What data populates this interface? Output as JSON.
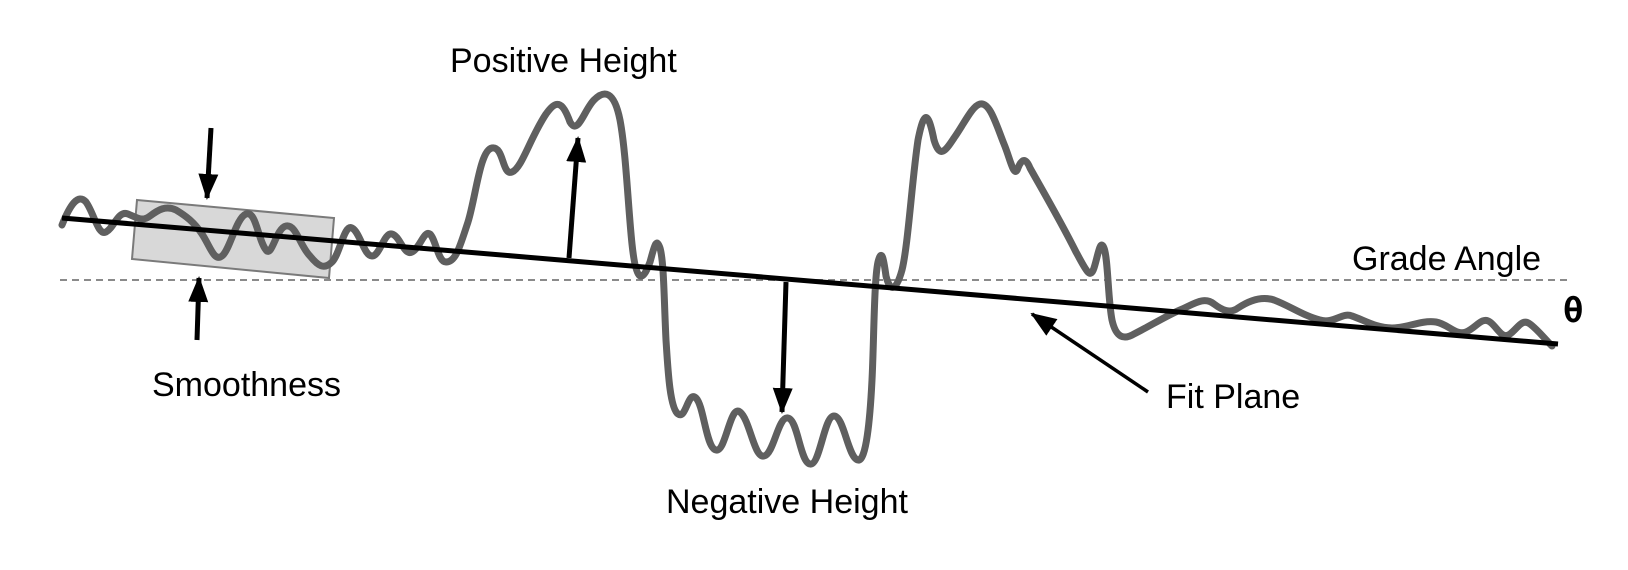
{
  "labels": {
    "positive_height": "Positive Height",
    "negative_height": "Negative Height",
    "smoothness": "Smoothness",
    "grade_angle": "Grade Angle",
    "fit_plane": "Fit Plane",
    "theta": "θ"
  },
  "colors": {
    "profile": "#5f5f5f",
    "fit_plane": "#000000",
    "arrow": "#000000",
    "reference_line": "#8a8a8a",
    "smoothness_box_fill": "#d8d8d8",
    "smoothness_box_stroke": "#7a7a7a",
    "background": "#ffffff"
  }
}
